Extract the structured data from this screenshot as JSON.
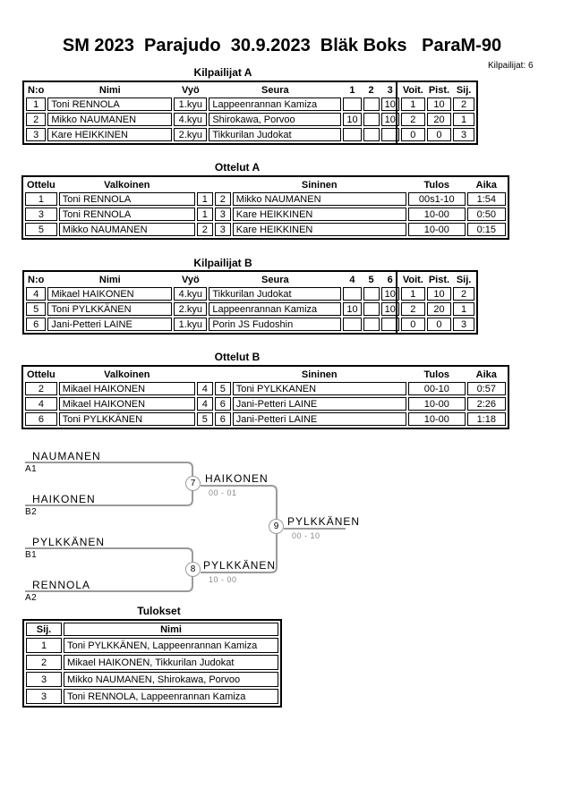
{
  "header": {
    "title": "SM 2023  Parajudo  30.9.2023  Bläk Boks   ParaM-90",
    "competitors_label": "Kilpailijat: 6"
  },
  "colors": {
    "bracket_line": "#9a9a9a",
    "score_text": "#8a8a8a",
    "table_border": "#000000"
  },
  "competitors_a": {
    "title": "Kilpailijat A",
    "headers": [
      "N:o",
      "Nimi",
      "Vyö",
      "Seura",
      "1",
      "2",
      "3",
      "Voit.",
      "Pist.",
      "Sij."
    ],
    "rows": [
      [
        "1",
        "Toni RENNOLA",
        "1.kyu",
        "Lappeenrannan Kamiza",
        "",
        "",
        "10",
        "1",
        "10",
        "2"
      ],
      [
        "2",
        "Mikko NAUMANEN",
        "4.kyu",
        "Shirokawa, Porvoo",
        "10",
        "",
        "10",
        "2",
        "20",
        "1"
      ],
      [
        "3",
        "Kare HEIKKINEN",
        "2.kyu",
        "Tikkurilan Judokat",
        "",
        "",
        "",
        "0",
        "0",
        "3"
      ]
    ]
  },
  "matches_a": {
    "title": "Ottelut A",
    "headers": [
      "Ottelu",
      "Valkoinen",
      "",
      "",
      "Sininen",
      "Tulos",
      "Aika"
    ],
    "rows": [
      [
        "1",
        "Toni RENNOLA",
        "1",
        "2",
        "Mikko NAUMANEN",
        "00s1-10",
        "1:54"
      ],
      [
        "3",
        "Toni RENNOLA",
        "1",
        "3",
        "Kare HEIKKINEN",
        "10-00",
        "0:50"
      ],
      [
        "5",
        "Mikko NAUMANEN",
        "2",
        "3",
        "Kare HEIKKINEN",
        "10-00",
        "0:15"
      ]
    ]
  },
  "competitors_b": {
    "title": "Kilpailijat B",
    "headers": [
      "N:o",
      "Nimi",
      "Vyö",
      "Seura",
      "4",
      "5",
      "6",
      "Voit.",
      "Pist.",
      "Sij."
    ],
    "rows": [
      [
        "4",
        "Mikael HAIKONEN",
        "4.kyu",
        "Tikkurilan Judokat",
        "",
        "",
        "10",
        "1",
        "10",
        "2"
      ],
      [
        "5",
        "Toni PYLKKÄNEN",
        "2.kyu",
        "Lappeenrannan Kamiza",
        "10",
        "",
        "10",
        "2",
        "20",
        "1"
      ],
      [
        "6",
        "Jani-Petteri LAINE",
        "1.kyu",
        "Porin JS Fudoshin",
        "",
        "",
        "",
        "0",
        "0",
        "3"
      ]
    ]
  },
  "matches_b": {
    "title": "Ottelut B",
    "headers": [
      "Ottelu",
      "Valkoinen",
      "",
      "",
      "Sininen",
      "Tulos",
      "Aika"
    ],
    "rows": [
      [
        "2",
        "Mikael HAIKONEN",
        "4",
        "5",
        "Toni PYLKKANEN",
        "00-10",
        "0:57"
      ],
      [
        "4",
        "Mikael HAIKONEN",
        "4",
        "6",
        "Jani-Petteri LAINE",
        "10-00",
        "2:26"
      ],
      [
        "6",
        "Toni PYLKKÄNEN",
        "5",
        "6",
        "Jani-Petteri LAINE",
        "10-00",
        "1:18"
      ]
    ]
  },
  "bracket": {
    "entries": [
      {
        "name": "NAUMANEN",
        "seed": "A1"
      },
      {
        "name": "HAIKONEN",
        "seed": "B2"
      },
      {
        "name": "PYLKKÄNEN",
        "seed": "B1"
      },
      {
        "name": "RENNOLA",
        "seed": "A2"
      }
    ],
    "semifinal_1": {
      "match_no": "7",
      "winner": "HAIKONEN",
      "score": "00 - 01"
    },
    "semifinal_2": {
      "match_no": "8",
      "winner": "PYLKKÄNEN",
      "score": "10 - 00"
    },
    "final": {
      "match_no": "9",
      "winner": "PYLKKÄNEN",
      "score": "00 - 10"
    }
  },
  "results": {
    "title": "Tulokset",
    "headers": [
      "Sij.",
      "Nimi"
    ],
    "rows": [
      [
        "1",
        "Toni PYLKKÄNEN, Lappeenrannan Kamiza"
      ],
      [
        "2",
        "Mikael HAIKONEN, Tikkurilan Judokat"
      ],
      [
        "3",
        "Mikko NAUMANEN, Shirokawa, Porvoo"
      ],
      [
        "3",
        "Toni RENNOLA, Lappeenrannan Kamiza"
      ]
    ]
  }
}
